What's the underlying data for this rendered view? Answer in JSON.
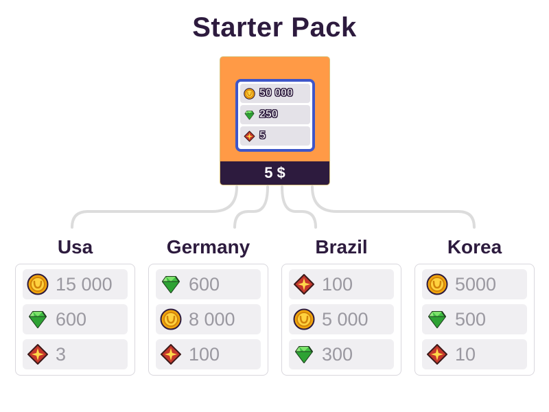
{
  "title": "Starter Pack",
  "pack": {
    "items": [
      {
        "icon": "coin-icon",
        "value": "50 000"
      },
      {
        "icon": "gem-icon",
        "value": "250"
      },
      {
        "icon": "star-crystal-icon",
        "value": "5"
      }
    ],
    "price": "5 $"
  },
  "countries": [
    {
      "name": "Usa",
      "items": [
        {
          "icon": "coin-icon",
          "value": "15 000"
        },
        {
          "icon": "gem-icon",
          "value": "600"
        },
        {
          "icon": "star-crystal-icon",
          "value": "3"
        }
      ]
    },
    {
      "name": "Germany",
      "items": [
        {
          "icon": "gem-icon",
          "value": "600"
        },
        {
          "icon": "coin-icon",
          "value": "8 000"
        },
        {
          "icon": "star-crystal-icon",
          "value": "100"
        }
      ]
    },
    {
      "name": "Brazil",
      "items": [
        {
          "icon": "star-crystal-icon",
          "value": "100"
        },
        {
          "icon": "coin-icon",
          "value": "5 000"
        },
        {
          "icon": "gem-icon",
          "value": "300"
        }
      ]
    },
    {
      "name": "Korea",
      "items": [
        {
          "icon": "coin-icon",
          "value": "5000"
        },
        {
          "icon": "gem-icon",
          "value": "500"
        },
        {
          "icon": "star-crystal-icon",
          "value": "10"
        }
      ]
    }
  ],
  "colors": {
    "title": "#2d1b3e",
    "pack_background": "#ff9a46",
    "pack_border": "#3e56c8",
    "price_bar": "#2d1b3e",
    "connector": "#dcdcdc",
    "row_background": "#f0eff2",
    "value_text": "#9a98a0"
  }
}
